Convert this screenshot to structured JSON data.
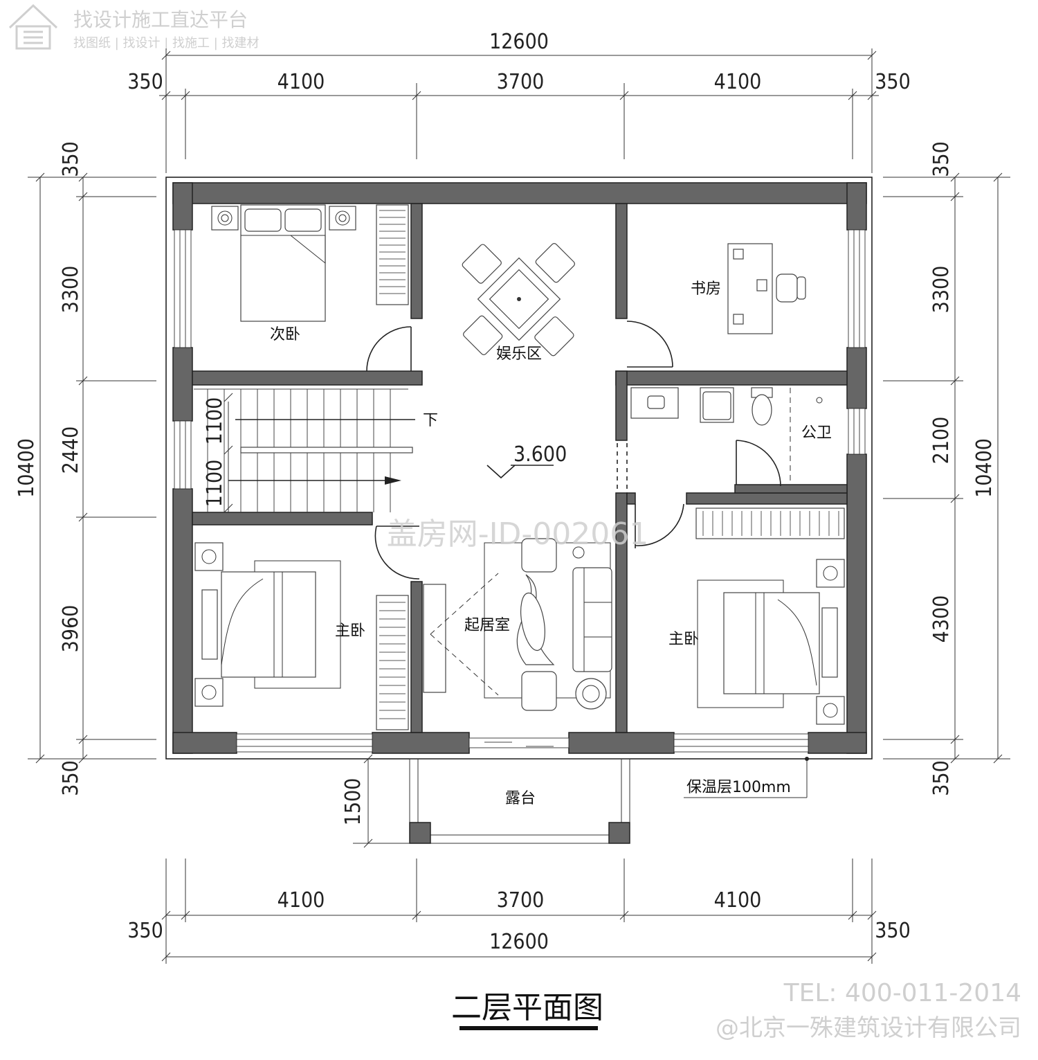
{
  "watermark": {
    "line1": "找设计施工直达平台",
    "line2": "找图纸 | 找设计 | 找施工 | 找建材",
    "center": "盖房网-ID-002061",
    "tel": "TEL: 400-011-2014",
    "company": "@北京一殊建筑设计有限公司",
    "logo_icon": "house-logo-icon"
  },
  "dims": {
    "top_total": "12600",
    "top_left_margin": "350",
    "top_right_margin": "350",
    "top_seg1": "4100",
    "top_seg2": "3700",
    "top_seg3": "4100",
    "bottom_seg1": "4100",
    "bottom_seg2": "3700",
    "bottom_seg3": "4100",
    "bottom_left_margin": "350",
    "bottom_right_margin": "350",
    "bottom_total": "12600",
    "left_top_margin": "350",
    "left_seg1": "3300",
    "left_seg2": "2440",
    "left_seg3": "3960",
    "left_bottom_margin": "350",
    "left_total": "10400",
    "right_top_margin": "350",
    "right_seg1": "3300",
    "right_seg2": "2100",
    "right_seg3": "4300",
    "right_bottom_margin": "350",
    "right_total": "10400",
    "stair_1": "1100",
    "stair_2": "1100",
    "terrace_depth": "1500"
  },
  "rooms": {
    "secondary_bedroom": "次卧",
    "entertainment": "娱乐区",
    "study": "书房",
    "bathroom": "公卫",
    "living": "起居室",
    "master_left": "主卧",
    "master_right": "主卧",
    "terrace": "露台",
    "stair_down": "下"
  },
  "annotations": {
    "elevation": "3.600",
    "insulation": "保温层100mm"
  },
  "title": "二层平面图"
}
